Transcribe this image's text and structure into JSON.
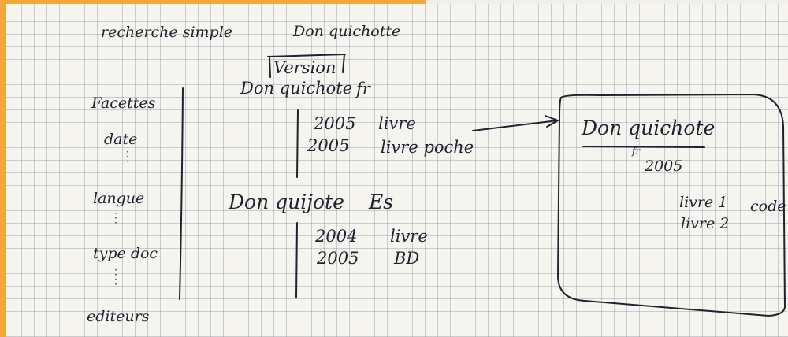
{
  "header": {
    "search_label": "recherche simple",
    "query": "Don quichotte"
  },
  "facets": {
    "title": "Facettes",
    "items": [
      "date",
      "langue",
      "type doc",
      "editeurs"
    ]
  },
  "results": {
    "version_label": "Version",
    "groups": [
      {
        "title": "Don quichote",
        "lang": "fr",
        "editions": [
          {
            "year": "2005",
            "type": "livre"
          },
          {
            "year": "2005",
            "type": "livre poche"
          }
        ]
      },
      {
        "title": "Don quijote",
        "lang": "Es",
        "editions": [
          {
            "year": "2004",
            "type": "livre"
          },
          {
            "year": "2005",
            "type": "BD"
          }
        ]
      }
    ]
  },
  "detail": {
    "title": "Don quichote",
    "lang": "fr",
    "year": "2005",
    "copies": [
      {
        "label": "livre 1",
        "note": "code b"
      },
      {
        "label": "livre 2",
        "note": ""
      }
    ]
  }
}
